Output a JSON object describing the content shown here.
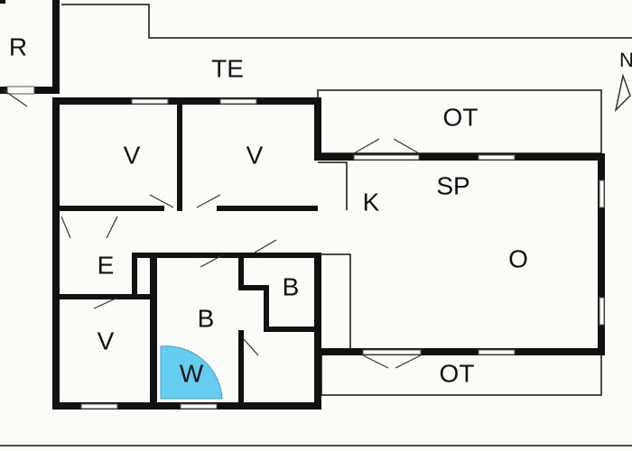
{
  "colors": {
    "background": "#fbfbf8",
    "wall": "#111111",
    "bath_fixture": "#66ccf0"
  },
  "icons": {
    "north_arrow": "north-arrow-icon",
    "compass_letter": "N"
  },
  "rooms": {
    "r_top_left": "R",
    "te_terrace": "TE",
    "v_upper_left": "V",
    "v_upper_mid": "V",
    "ot_top": "OT",
    "sp": "SP",
    "k": "K",
    "o": "O",
    "e": "E",
    "b_small": "B",
    "b_bath": "B",
    "v_lower": "V",
    "w": "W",
    "ot_bottom": "OT"
  }
}
